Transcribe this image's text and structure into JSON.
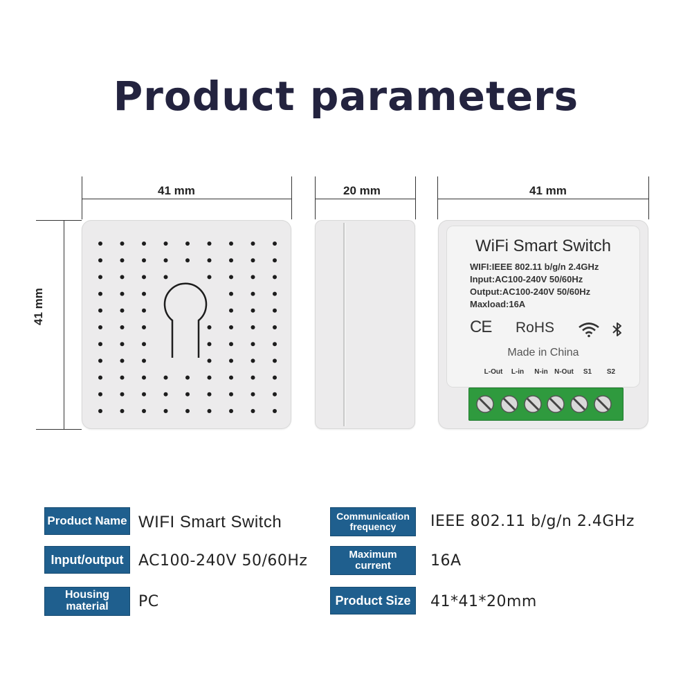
{
  "title": "Product parameters",
  "dimensions": {
    "front_width": "41 mm",
    "side_width": "20 mm",
    "back_width": "41 mm",
    "height": "41 mm"
  },
  "label": {
    "heading": "WiFi Smart Switch",
    "lines": [
      "WIFI:IEEE 802.11 b/g/n 2.4GHz",
      "Input:AC100-240V 50/60Hz",
      "Output:AC100-240V 50/60Hz",
      "Maxload:16A"
    ],
    "ce_mark": "CE",
    "rohs": "RoHS",
    "made_in": "Made in China",
    "terminals": [
      "L-Out",
      "L-in",
      "N-in",
      "N-Out",
      "S1",
      "S2"
    ]
  },
  "specs": [
    {
      "label": "Product Name",
      "value": "WIFI Smart Switch"
    },
    {
      "label": "Communication frequency",
      "value": "IEEE 802.11 b/g/n 2.4GHz"
    },
    {
      "label": "Input/output",
      "value": "AC100-240V 50/60Hz"
    },
    {
      "label": "Maximum current",
      "value": "16A"
    },
    {
      "label": "Housing material",
      "value": "PC"
    },
    {
      "label": "Product Size",
      "value": "41*41*20mm"
    }
  ],
  "colors": {
    "title": "#23233f",
    "tag_bg": "#1f5f8e",
    "terminal_green": "#2f9a3e",
    "device_body": "#ecebec"
  },
  "icons": [
    "wifi-icon",
    "bluetooth-icon",
    "screw-icon"
  ]
}
